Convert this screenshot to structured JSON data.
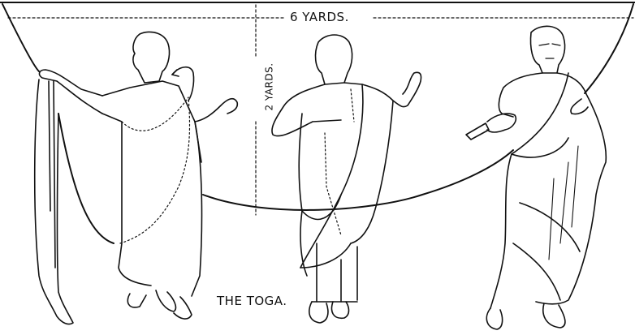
{
  "diagram": {
    "title": "THE TOGA.",
    "measurements": {
      "width_label": "6 YARDS.",
      "height_label": "2 YARDS."
    },
    "figures": [
      {
        "id": "figure-1",
        "description": "Man beginning to drape the cloth, holding its end with left arm outstretched"
      },
      {
        "id": "figure-2",
        "description": "Man with toga partly draped over left shoulder, dotted lines showing folds"
      },
      {
        "id": "figure-3",
        "description": "Man fully wearing the toga, holding a scroll"
      }
    ],
    "colors": {
      "line": "#111111",
      "background": "#ffffff"
    }
  }
}
